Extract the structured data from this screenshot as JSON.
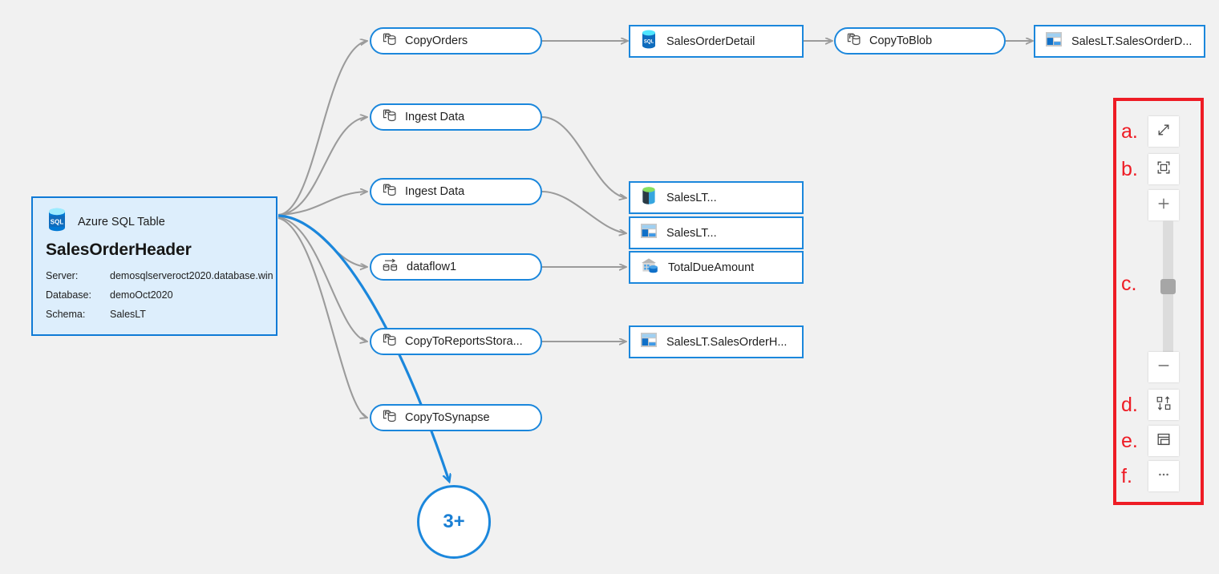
{
  "canvas": {
    "background": "#f1f1f1",
    "accent_blue": "#1b87dc",
    "edge_gray": "#9b9b9b",
    "highlight_red": "#ee1c25"
  },
  "source_node": {
    "kind": "Azure SQL Table",
    "title": "SalesOrderHeader",
    "icon": "azure-sql-icon",
    "properties": [
      {
        "key": "Server:",
        "value": "demosqlserveroct2020.database.win"
      },
      {
        "key": "Database:",
        "value": "demoOct2020"
      },
      {
        "key": "Schema:",
        "value": "SalesLT"
      }
    ]
  },
  "activities": [
    {
      "label": "CopyOrders",
      "icon": "copy-activity-icon"
    },
    {
      "label": "Ingest Data",
      "icon": "copy-activity-icon"
    },
    {
      "label": "Ingest Data",
      "icon": "copy-activity-icon"
    },
    {
      "label": "dataflow1",
      "icon": "dataflow-icon"
    },
    {
      "label": "CopyToReportsStora...",
      "icon": "copy-activity-icon"
    },
    {
      "label": "CopyToSynapse",
      "icon": "copy-activity-icon"
    },
    {
      "label": "CopyToBlob",
      "icon": "copy-activity-icon"
    }
  ],
  "datasets": [
    {
      "label": "SalesOrderDetail",
      "icon": "azure-sql-icon"
    },
    {
      "label": "SalesLT.SalesOrderD...",
      "icon": "blob-storage-icon"
    },
    {
      "label": "SalesLT...",
      "icon": "synapse-icon"
    },
    {
      "label": "SalesLT...",
      "icon": "blob-storage-icon"
    },
    {
      "label": "TotalDueAmount",
      "icon": "data-warehouse-icon"
    },
    {
      "label": "SalesLT.SalesOrderH...",
      "icon": "blob-storage-icon"
    }
  ],
  "more_node": {
    "label": "3+"
  },
  "toolbar": {
    "items": [
      {
        "letter": "a.",
        "name": "expand-button",
        "icon": "diagonal-arrows-icon",
        "label": ""
      },
      {
        "letter": "b.",
        "name": "fit-to-screen-button",
        "icon": "fit-screen-icon",
        "label": ""
      },
      {
        "letter": "",
        "name": "zoom-in-button",
        "icon": "plus-icon",
        "label": ""
      },
      {
        "letter": "c.",
        "name": "zoom-slider",
        "icon": "slider-icon",
        "label": ""
      },
      {
        "letter": "",
        "name": "zoom-out-button",
        "icon": "minus-icon",
        "label": ""
      },
      {
        "letter": "d.",
        "name": "auto-layout-button",
        "icon": "layout-swap-icon",
        "label": ""
      },
      {
        "letter": "e.",
        "name": "toggle-panel-button",
        "icon": "panel-layout-icon",
        "label": ""
      },
      {
        "letter": "f.",
        "name": "more-options-button",
        "icon": "ellipsis-icon",
        "label": ""
      }
    ]
  }
}
